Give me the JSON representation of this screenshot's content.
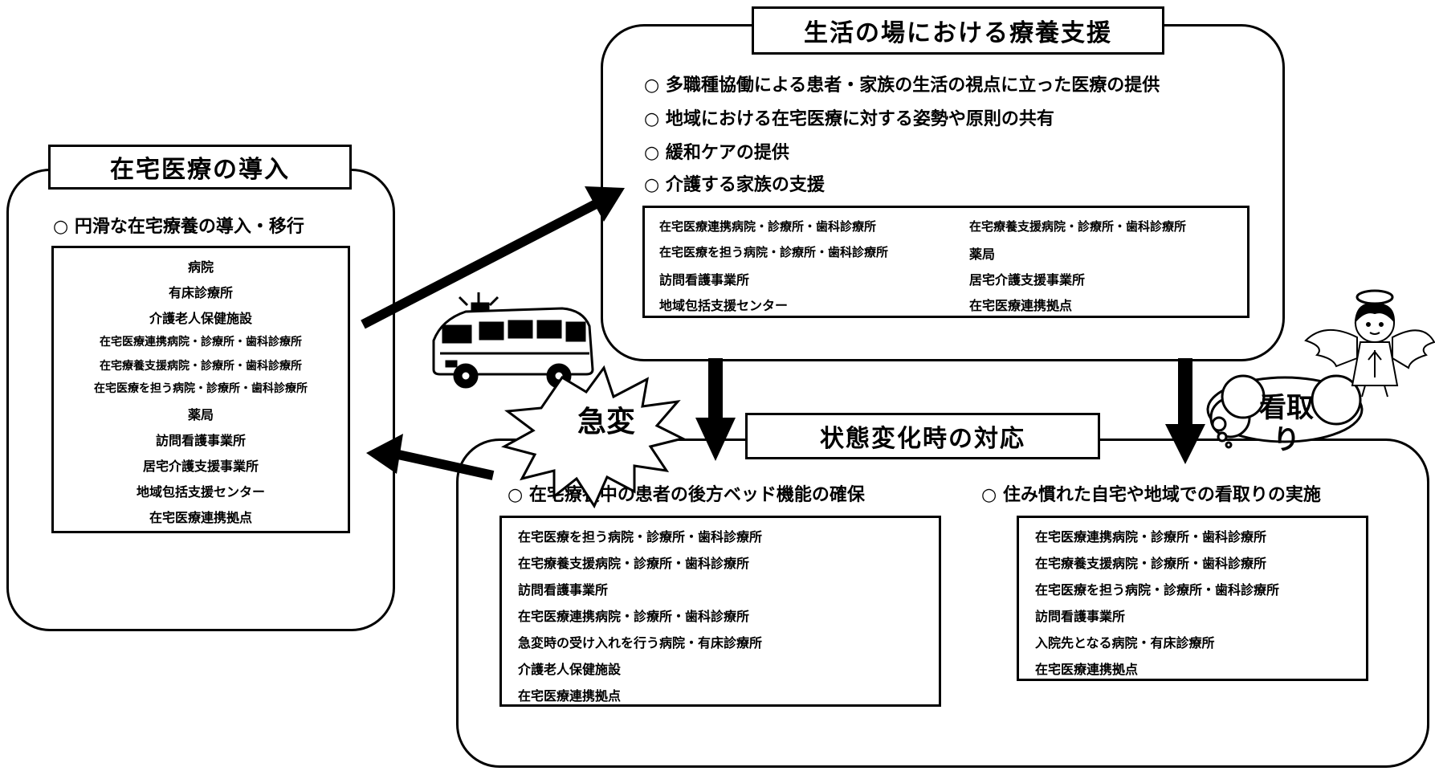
{
  "intro": {
    "title": "在宅医療の導入",
    "bullet": "○ 円滑な在宅療養の導入・移行",
    "items": [
      "病院",
      "有床診療所",
      "介護老人保健施設",
      "在宅医療連携病院・診療所・歯科診療所",
      "在宅療養支援病院・診療所・歯科診療所",
      "在宅医療を担う病院・診療所・歯科診療所",
      "薬局",
      "訪問看護事業所",
      "居宅介護支援事業所",
      "地域包括支援センター",
      "在宅医療連携拠点"
    ]
  },
  "life": {
    "title": "生活の場における療養支援",
    "bullets": [
      "○ 多職種協働による患者・家族の生活の視点に立った医療の提供",
      "○ 地域における在宅医療に対する姿勢や原則の共有",
      "○ 緩和ケアの提供",
      "○ 介護する家族の支援"
    ],
    "left_items": [
      "在宅医療連携病院・診療所・歯科診療所",
      "在宅医療を担う病院・診療所・歯科診療所",
      "訪問看護事業所",
      "地域包括支援センター"
    ],
    "right_items": [
      "在宅療養支援病院・診療所・歯科診療所",
      "薬局",
      "居宅介護支援事業所",
      "在宅医療連携拠点"
    ]
  },
  "change": {
    "title": "状態変化時の対応",
    "left_bullet": "○ 在宅療養中の患者の後方ベッド機能の確保",
    "left_items": [
      "在宅医療を担う病院・診療所・歯科診療所",
      "在宅療養支援病院・診療所・歯科診療所",
      "訪問看護事業所",
      "在宅医療連携病院・診療所・歯科診療所",
      "急変時の受け入れを行う病院・有床診療所",
      "介護老人保健施設",
      "在宅医療連携拠点"
    ],
    "right_bullet": "○ 住み慣れた自宅や地域での看取りの実施",
    "right_items": [
      "在宅医療連携病院・診療所・歯科診療所",
      "在宅療養支援病院・診療所・歯科診療所",
      "在宅医療を担う病院・診療所・歯科診療所",
      "訪問看護事業所",
      "入院先となる病院・有床診療所",
      "在宅医療連携拠点"
    ]
  },
  "labels": {
    "emergency": "急変",
    "mitori": "看取り"
  },
  "icons": [
    "ambulance-icon",
    "angel-icon",
    "cloud-icon",
    "explosion-icon"
  ]
}
